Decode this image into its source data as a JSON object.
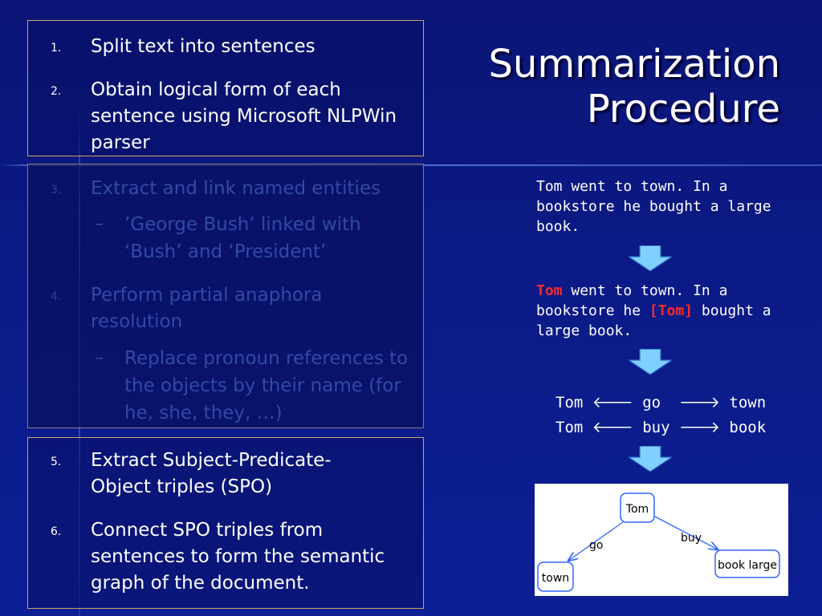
{
  "title": {
    "line1": "Summarization",
    "line2": "Procedure"
  },
  "steps": [
    {
      "num": "1.",
      "text": "Split text into sentences"
    },
    {
      "num": "2.",
      "text": "Obtain logical form of each sentence using Microsoft NLPWin parser"
    },
    {
      "num": "3.",
      "text": "Extract and link named entities"
    },
    {
      "num": "4.",
      "text": "Perform partial anaphora resolution"
    },
    {
      "num": "5.",
      "text": "Extract Subject-Predicate-Object triples (SPO)"
    },
    {
      "num": "6.",
      "text": "Connect SPO triples from sentences to form the semantic graph of the document."
    }
  ],
  "substeps": {
    "s3": "’George Bush’ linked with ‘Bush’  and ‘President’",
    "s4": "Replace pronoun references to the objects by their name (for he, she, they, …)",
    "dash": "–"
  },
  "example": {
    "original": "Tom went to town. In a bookstore he bought a large book.",
    "resolved": {
      "tom": "Tom",
      "part1": " went to town. In a bookstore he ",
      "tom_bracket": "[Tom]",
      "part2": " bought a large book."
    },
    "triples": [
      {
        "subject": "Tom",
        "predicate": "go",
        "object": "town"
      },
      {
        "subject": "Tom",
        "predicate": "buy",
        "object": "book"
      }
    ]
  },
  "graph": {
    "nodes": [
      "Tom",
      "town",
      "book large"
    ],
    "edges": [
      "go",
      "buy"
    ]
  },
  "colors": {
    "background": "#0b1a86",
    "box_border": "#c8a56a",
    "highlight_red": "#ff2a2a",
    "arrow_fill": "#7fd0ff",
    "graph_node_border": "#3366ff"
  }
}
